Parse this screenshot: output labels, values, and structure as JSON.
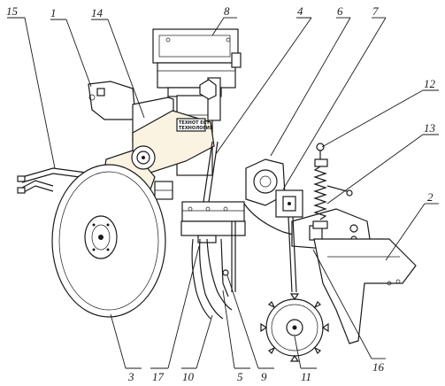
{
  "callouts": [
    {
      "id": "1",
      "label": "1"
    },
    {
      "id": "2",
      "label": "2"
    },
    {
      "id": "3",
      "label": "3"
    },
    {
      "id": "4",
      "label": "4"
    },
    {
      "id": "5",
      "label": "5"
    },
    {
      "id": "6",
      "label": "6"
    },
    {
      "id": "7",
      "label": "7"
    },
    {
      "id": "8",
      "label": "8"
    },
    {
      "id": "9",
      "label": "9"
    },
    {
      "id": "10",
      "label": "10"
    },
    {
      "id": "11",
      "label": "11"
    },
    {
      "id": "12",
      "label": "12"
    },
    {
      "id": "13",
      "label": "13"
    },
    {
      "id": "14",
      "label": "14"
    },
    {
      "id": "15",
      "label": "15"
    },
    {
      "id": "16",
      "label": "16"
    },
    {
      "id": "17",
      "label": "17"
    }
  ],
  "nameplate": {
    "line1": "ТЕХНОТ ЕСТ",
    "line2": "ТЕХНОЛОГИЯ"
  }
}
